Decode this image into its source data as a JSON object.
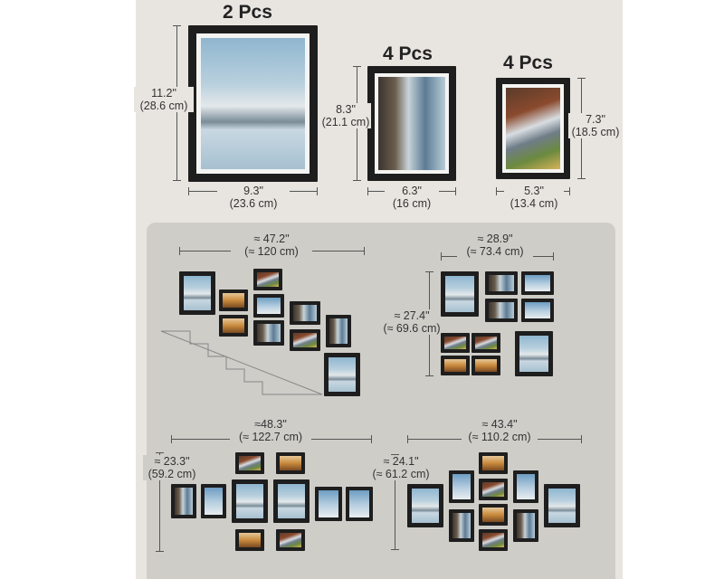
{
  "products": [
    {
      "qty_label": "2 Pcs",
      "height_in": "11.2\"",
      "height_cm": "(28.6 cm)",
      "width_in": "9.3\"",
      "width_cm": "(23.6 cm)"
    },
    {
      "qty_label": "4 Pcs",
      "height_in": "8.3\"",
      "height_cm": "(21.1 cm)",
      "width_in": "6.3\"",
      "width_cm": "(16 cm)"
    },
    {
      "qty_label": "4 Pcs",
      "height_in": "7.3\"",
      "height_cm": "(18.5 cm)",
      "width_in": "5.3\"",
      "width_cm": "(13.4 cm)"
    }
  ],
  "layouts": [
    {
      "width_in": "≈ 47.2\"",
      "width_cm": "(≈ 120 cm)"
    },
    {
      "width_in": "≈ 28.9\"",
      "width_cm": "(≈ 73.4 cm)",
      "height_in": "≈ 27.4\"",
      "height_cm": "(≈ 69.6 cm)"
    },
    {
      "width_in": "≈48.3\"",
      "width_cm": "(≈ 122.7 cm)",
      "height_in": "≈ 23.3\"",
      "height_cm": "(59.2 cm)"
    },
    {
      "width_in": "≈ 43.4\"",
      "width_cm": "(≈ 110.2 cm)",
      "height_in": "≈ 24.1\"",
      "height_cm": "(≈ 61.2 cm)"
    }
  ]
}
